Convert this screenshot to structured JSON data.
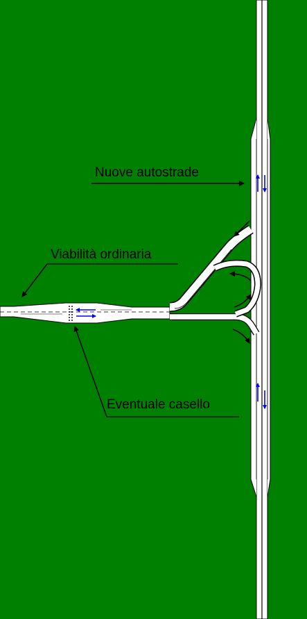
{
  "colors": {
    "background": "#008000",
    "road": "#ffffff",
    "outline": "#000000",
    "traffic_arrow": "#0000ff"
  },
  "labels": {
    "motorway": "Nuove autostrade",
    "ordinary_road": "Viabilità ordinaria",
    "toll_booth": "Eventuale casello"
  }
}
